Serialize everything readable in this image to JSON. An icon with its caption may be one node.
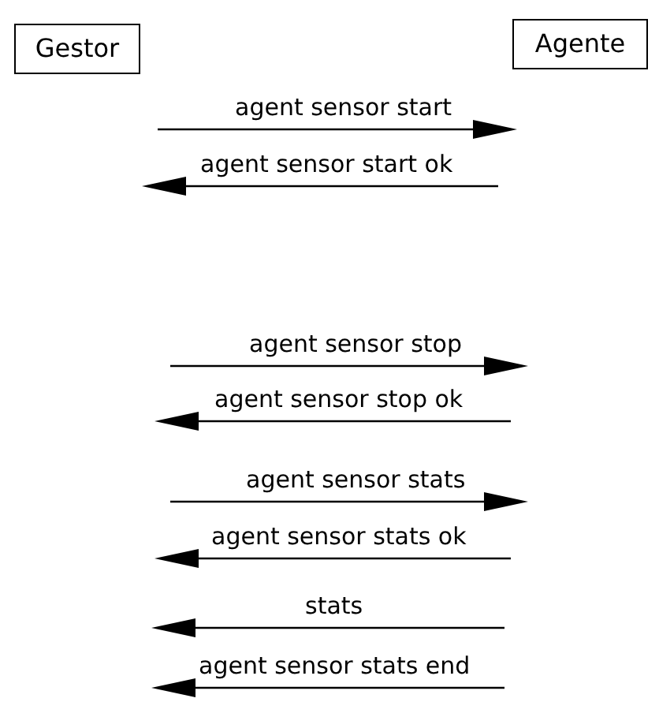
{
  "diagram": {
    "nodes": [
      {
        "text": [
          "Gestor"
        ]
      },
      {
        "text": [
          "Agente"
        ]
      }
    ],
    "labels": [
      "agent sensor start",
      "agent sensor start ok",
      "agent sensor stop",
      "agent sensor stop ok",
      "agent sensor stats",
      "agent sensor stats ok",
      "stats",
      "agent sensor stats end"
    ]
  }
}
